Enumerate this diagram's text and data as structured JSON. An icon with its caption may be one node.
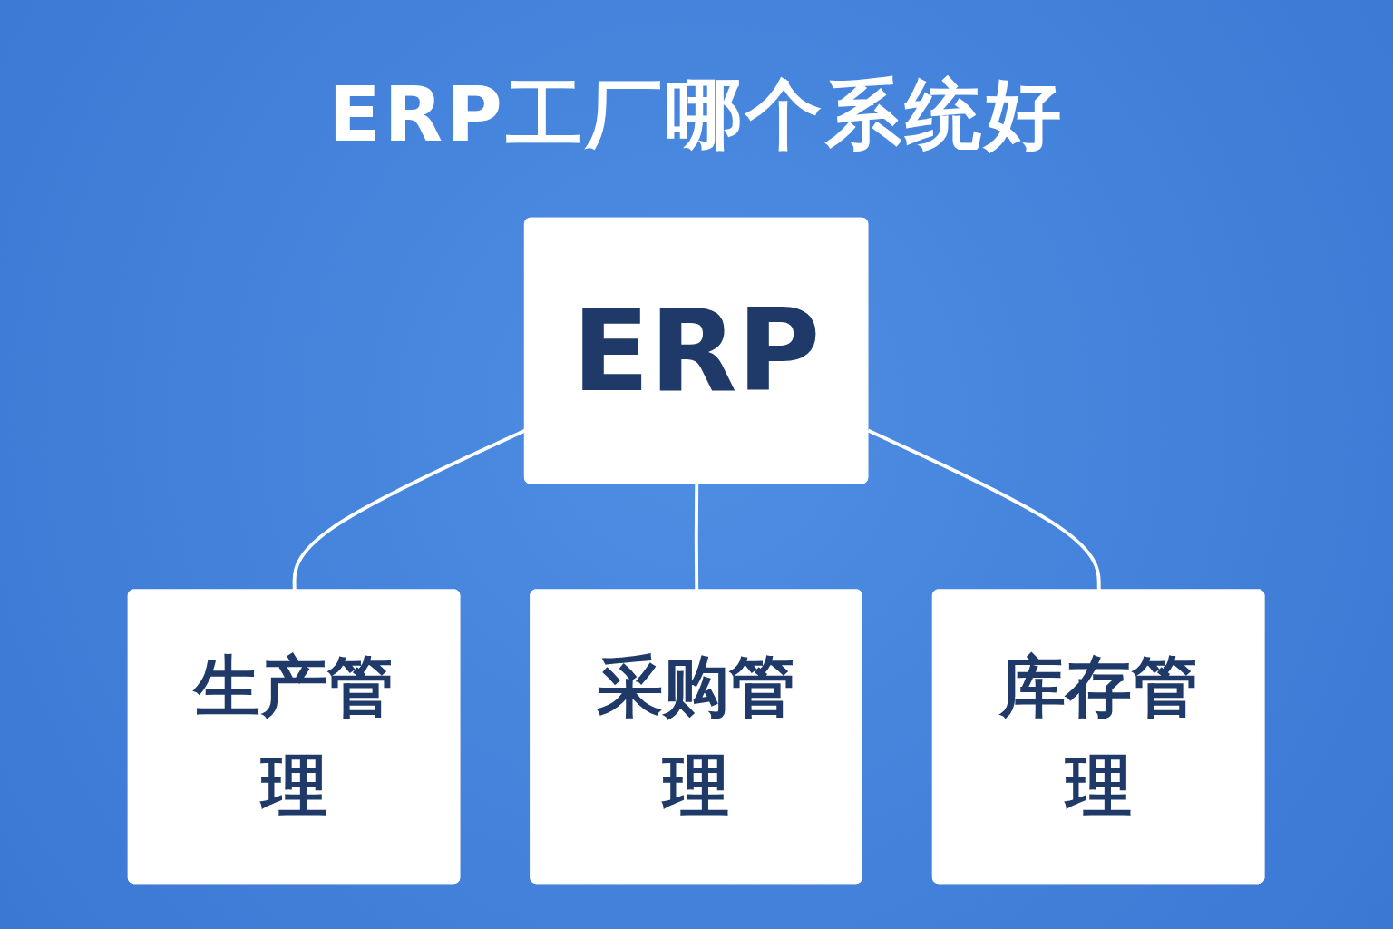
{
  "diagram": {
    "title": "ERP工厂哪个系统好",
    "nodes": [
      {
        "text": [
          "ERP"
        ]
      },
      {
        "text": [
          "生产管理"
        ]
      },
      {
        "text": [
          "库存管理"
        ]
      },
      {
        "text": [
          "采购管理"
        ]
      }
    ],
    "edges": [
      {
        "from": 0,
        "to": 1,
        "arrow": "none"
      },
      {
        "from": 0,
        "to": 3,
        "arrow": "none"
      },
      {
        "from": 0,
        "to": 2,
        "arrow": "none"
      }
    ]
  }
}
